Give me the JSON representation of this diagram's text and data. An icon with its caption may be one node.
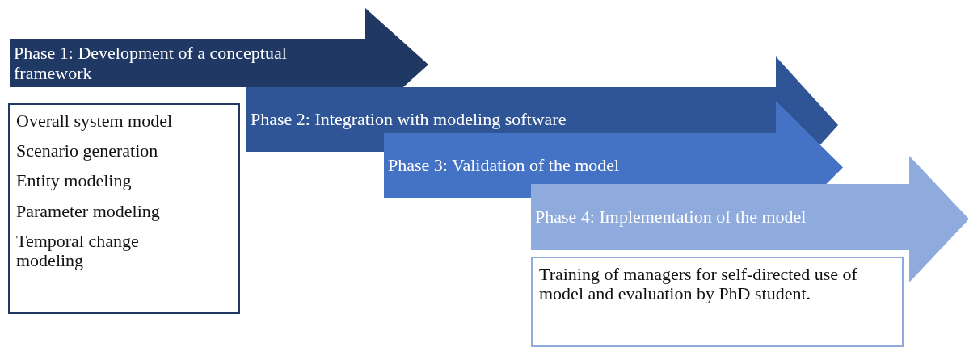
{
  "diagram": {
    "nodes": [
      {
        "text": [
          "Phase 1: Development of a conceptual framework"
        ]
      },
      {
        "text": [
          "Overall system model",
          "Scenario generation",
          "Entity modeling",
          "Parameter modeling",
          "Temporal change modeling"
        ]
      },
      {
        "text": [
          "Phase 2: Integration with modeling software"
        ]
      },
      {
        "text": [
          "Phase 3: Validation of the model"
        ]
      },
      {
        "text": [
          "Phase 4: Implementation of the model"
        ]
      },
      {
        "text": [
          "Training of managers for self-directed use of model and evaluation by PhD student."
        ]
      }
    ]
  }
}
